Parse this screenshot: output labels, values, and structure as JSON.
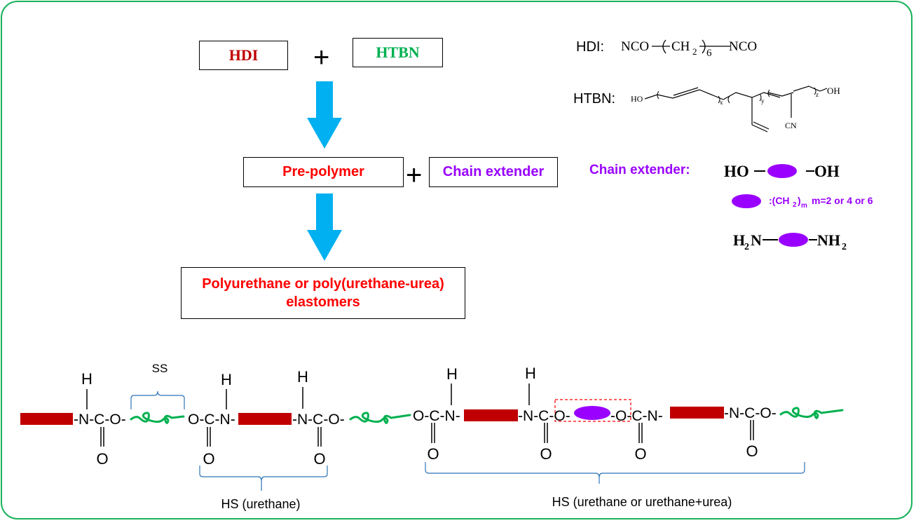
{
  "flow": {
    "reactant1": "HDI",
    "reactant2": "HTBN",
    "plus": "+",
    "intermediate": "Pre-polymer",
    "extender": "Chain extender",
    "product": "Polyurethane or poly(urethane-urea) elastomers"
  },
  "legend": {
    "hdi_label": "HDI:",
    "hdi_formula": {
      "left": "NCO",
      "unit": "CH",
      "sub2": "2",
      "repeat": "6",
      "right": "NCO"
    },
    "htbn_label": "HTBN:",
    "htbn_formula": {
      "ho": "HO",
      "x": "x",
      "y": "y",
      "z": "z",
      "oh": "OH",
      "cn": "CN"
    },
    "chain_extender_label": "Chain extender:",
    "diol": {
      "left": "HO",
      "right": "OH"
    },
    "spacer_note": {
      "prefix": ":(CH",
      "sub": "2",
      "close": ")",
      "subm": "m",
      "text": "m=2 or 4 or 6"
    },
    "diamine": {
      "left_h": "H",
      "left_sub": "2",
      "left_n": "N",
      "right_n": "NH",
      "right_sub": "2"
    }
  },
  "chain": {
    "ss_label": "SS",
    "hs_urethane_label": "HS (urethane)",
    "hs_mixed_label": "HS (urethane or urethane+urea)",
    "atoms": {
      "H": "H",
      "N": "N",
      "C": "C",
      "O": "O",
      "dash": "-"
    }
  },
  "colors": {
    "frame": "#19b25a",
    "hdi_red": "#c00000",
    "htbn_green": "#00b050",
    "text_red": "#ff0000",
    "purple": "#9900ff",
    "arrow_blue": "#00b0f0",
    "bracket_blue": "#2e75b6",
    "dashed_red": "#ff0000"
  }
}
